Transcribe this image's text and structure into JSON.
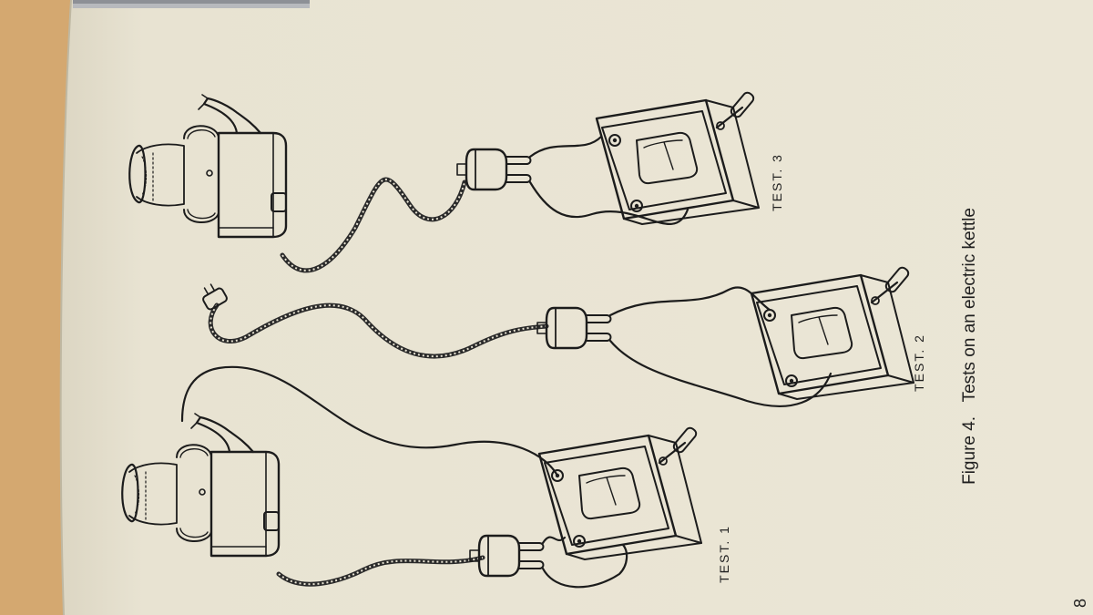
{
  "figure": {
    "caption": "Figure 4.   Tests on an electric kettle",
    "page_number": "8"
  },
  "tests": [
    {
      "id": "test1",
      "label": "TEST. 1"
    },
    {
      "id": "test2",
      "label": "TEST. 2"
    },
    {
      "id": "test3",
      "label": "TEST. 3"
    }
  ],
  "colors": {
    "desk": "#d4a870",
    "paper": "#e9e4d4",
    "ink": "#1c1c1c"
  }
}
